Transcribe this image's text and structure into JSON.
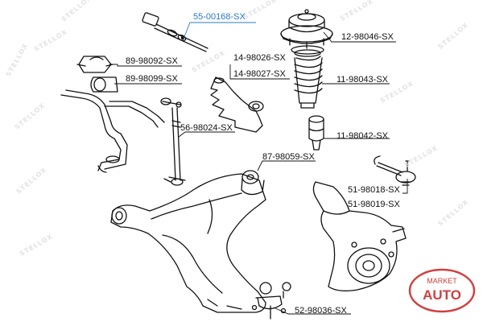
{
  "watermark_text": "STELLOX",
  "highlight_color": "#2a78c8",
  "badge": {
    "top_text": "MARKET",
    "bottom_text": "AUTO",
    "color": "#d04040"
  },
  "parts": {
    "tie_rod": "55-00168-SX",
    "strut_mount": "12-98046-SX",
    "stab_bushing_a": "89-98092-SX",
    "stab_bushing_b": "89-98099-SX",
    "rack_boot_a": "14-98026-SX",
    "rack_boot_b": "14-98027-SX",
    "strut_boot": "11-98043-SX",
    "stab_link": "56-98024-SX",
    "bump_stop": "11-98042-SX",
    "arm_bushing": "87-98059-SX",
    "tie_rod_end_a": "51-98018-SX",
    "tie_rod_end_b": "51-98019-SX",
    "ball_joint": "52-98036-SX"
  }
}
